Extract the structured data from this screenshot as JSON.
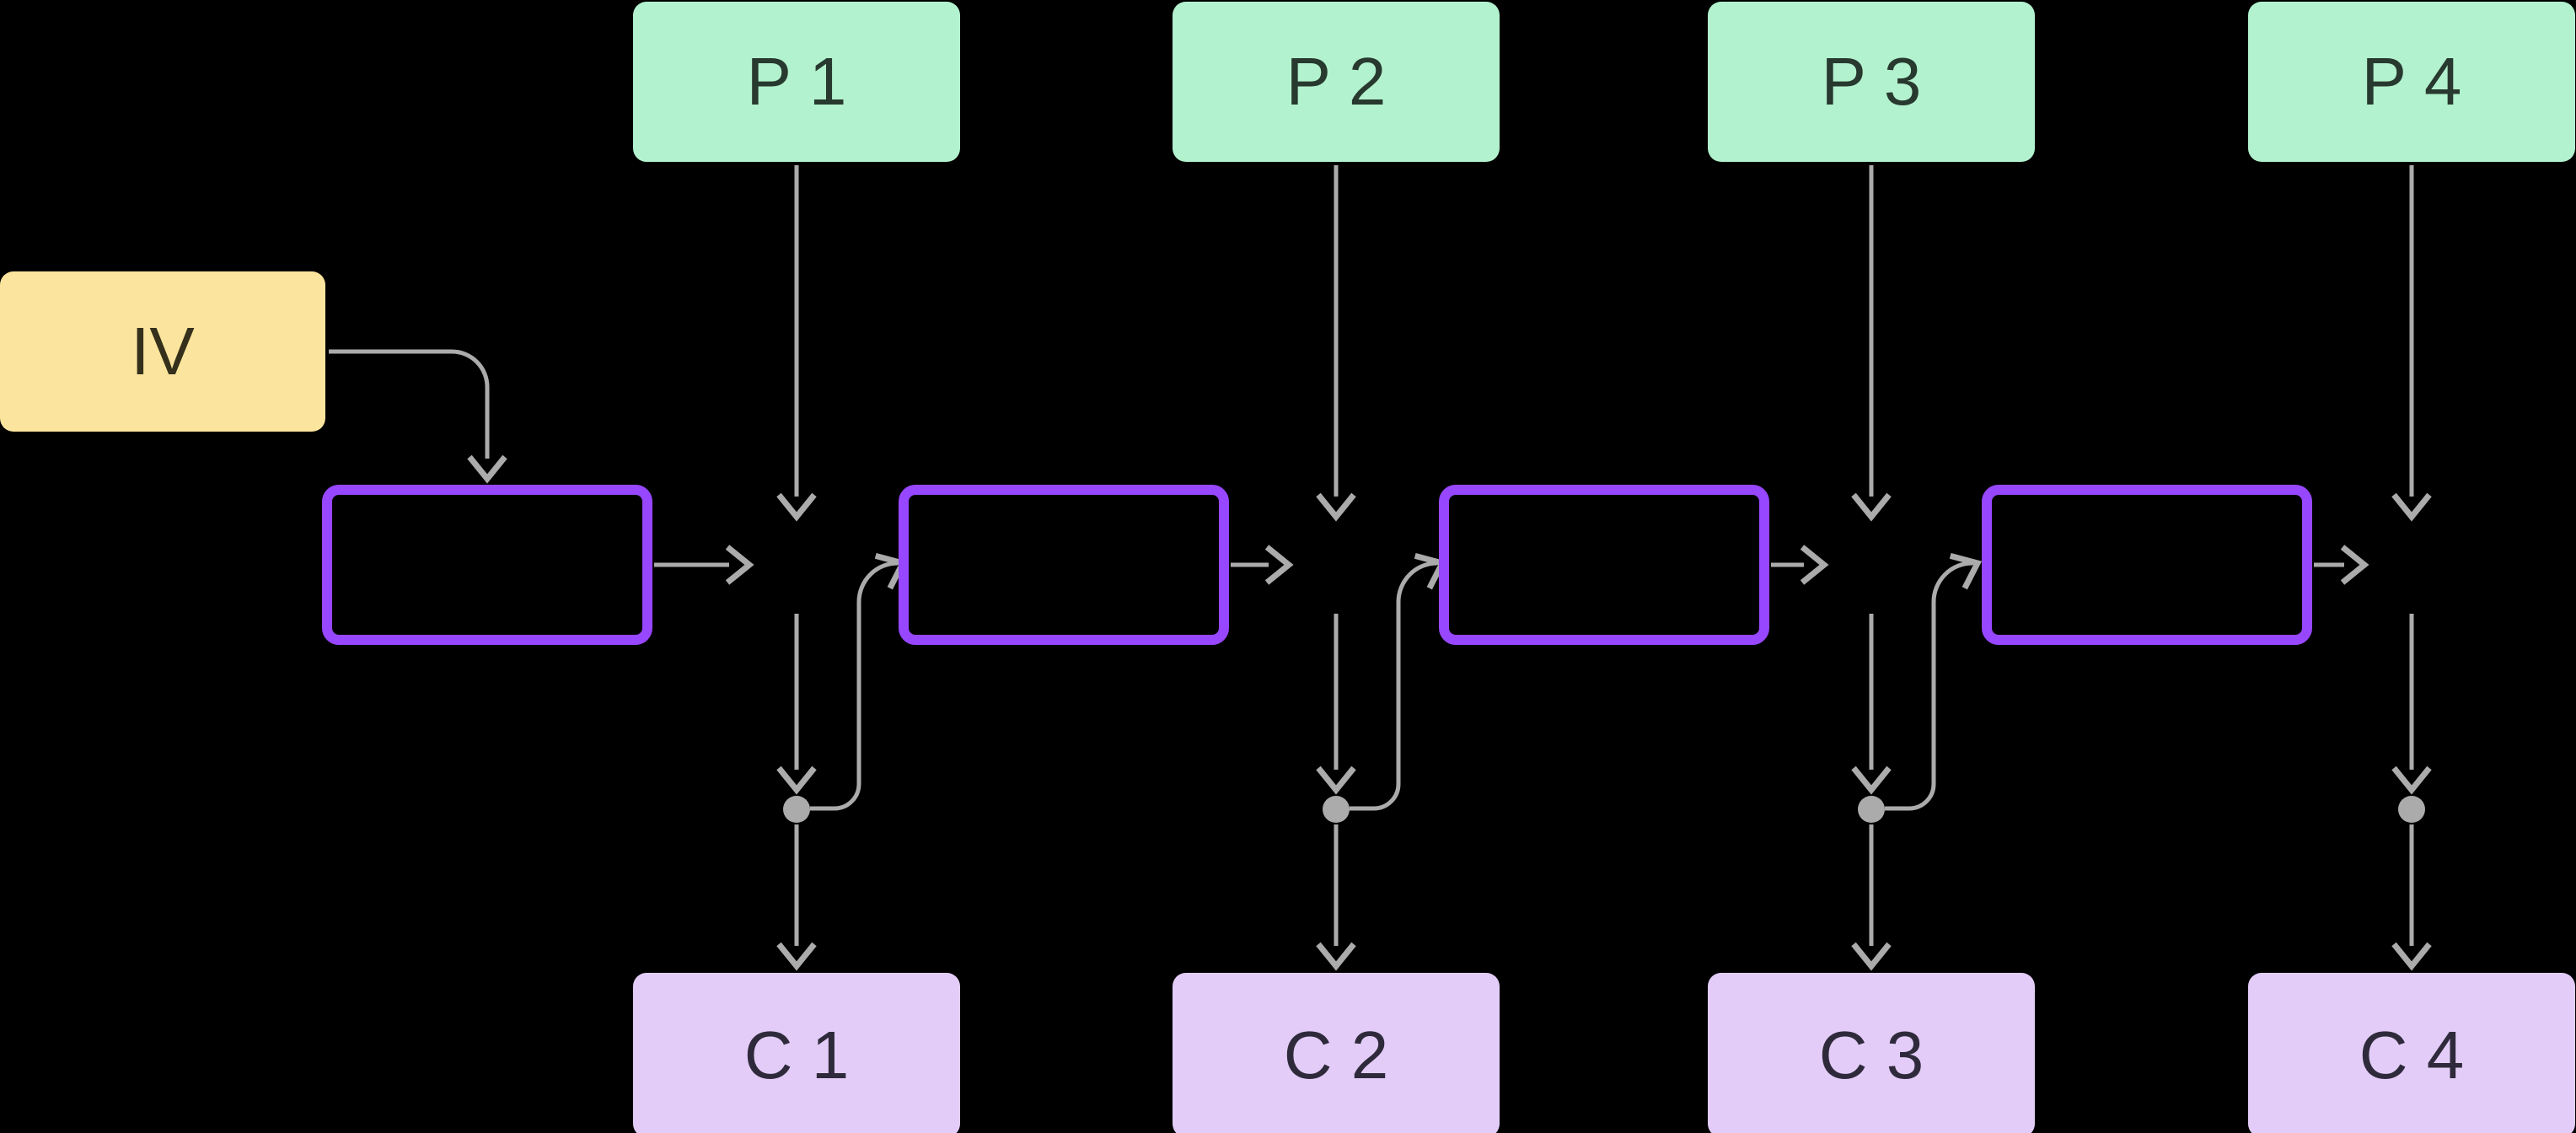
{
  "diagram": {
    "type": "block-cipher-feedback-flow",
    "background": "#000000",
    "colors": {
      "bg": "#000000",
      "wire": "#ababab",
      "plain-fill": "#b2f2ce",
      "plain-text": "#28392f",
      "iv-fill": "#fbe49d",
      "iv-text": "#35301c",
      "cipher-fill": "#e3cdf8",
      "cipher-text": "#2f2a3b",
      "block-stroke": "#9747ff"
    },
    "iv_node": {
      "label": "IV"
    },
    "plaintext_nodes": [
      {
        "label": "P 1"
      },
      {
        "label": "P 2"
      },
      {
        "label": "P 3"
      },
      {
        "label": "P 4"
      }
    ],
    "function_nodes": [
      {
        "label": ""
      },
      {
        "label": ""
      },
      {
        "label": ""
      },
      {
        "label": ""
      }
    ],
    "ciphertext_nodes": [
      {
        "label": "C 1"
      },
      {
        "label": "C 2"
      },
      {
        "label": "C 3"
      },
      {
        "label": "C 4"
      }
    ]
  }
}
